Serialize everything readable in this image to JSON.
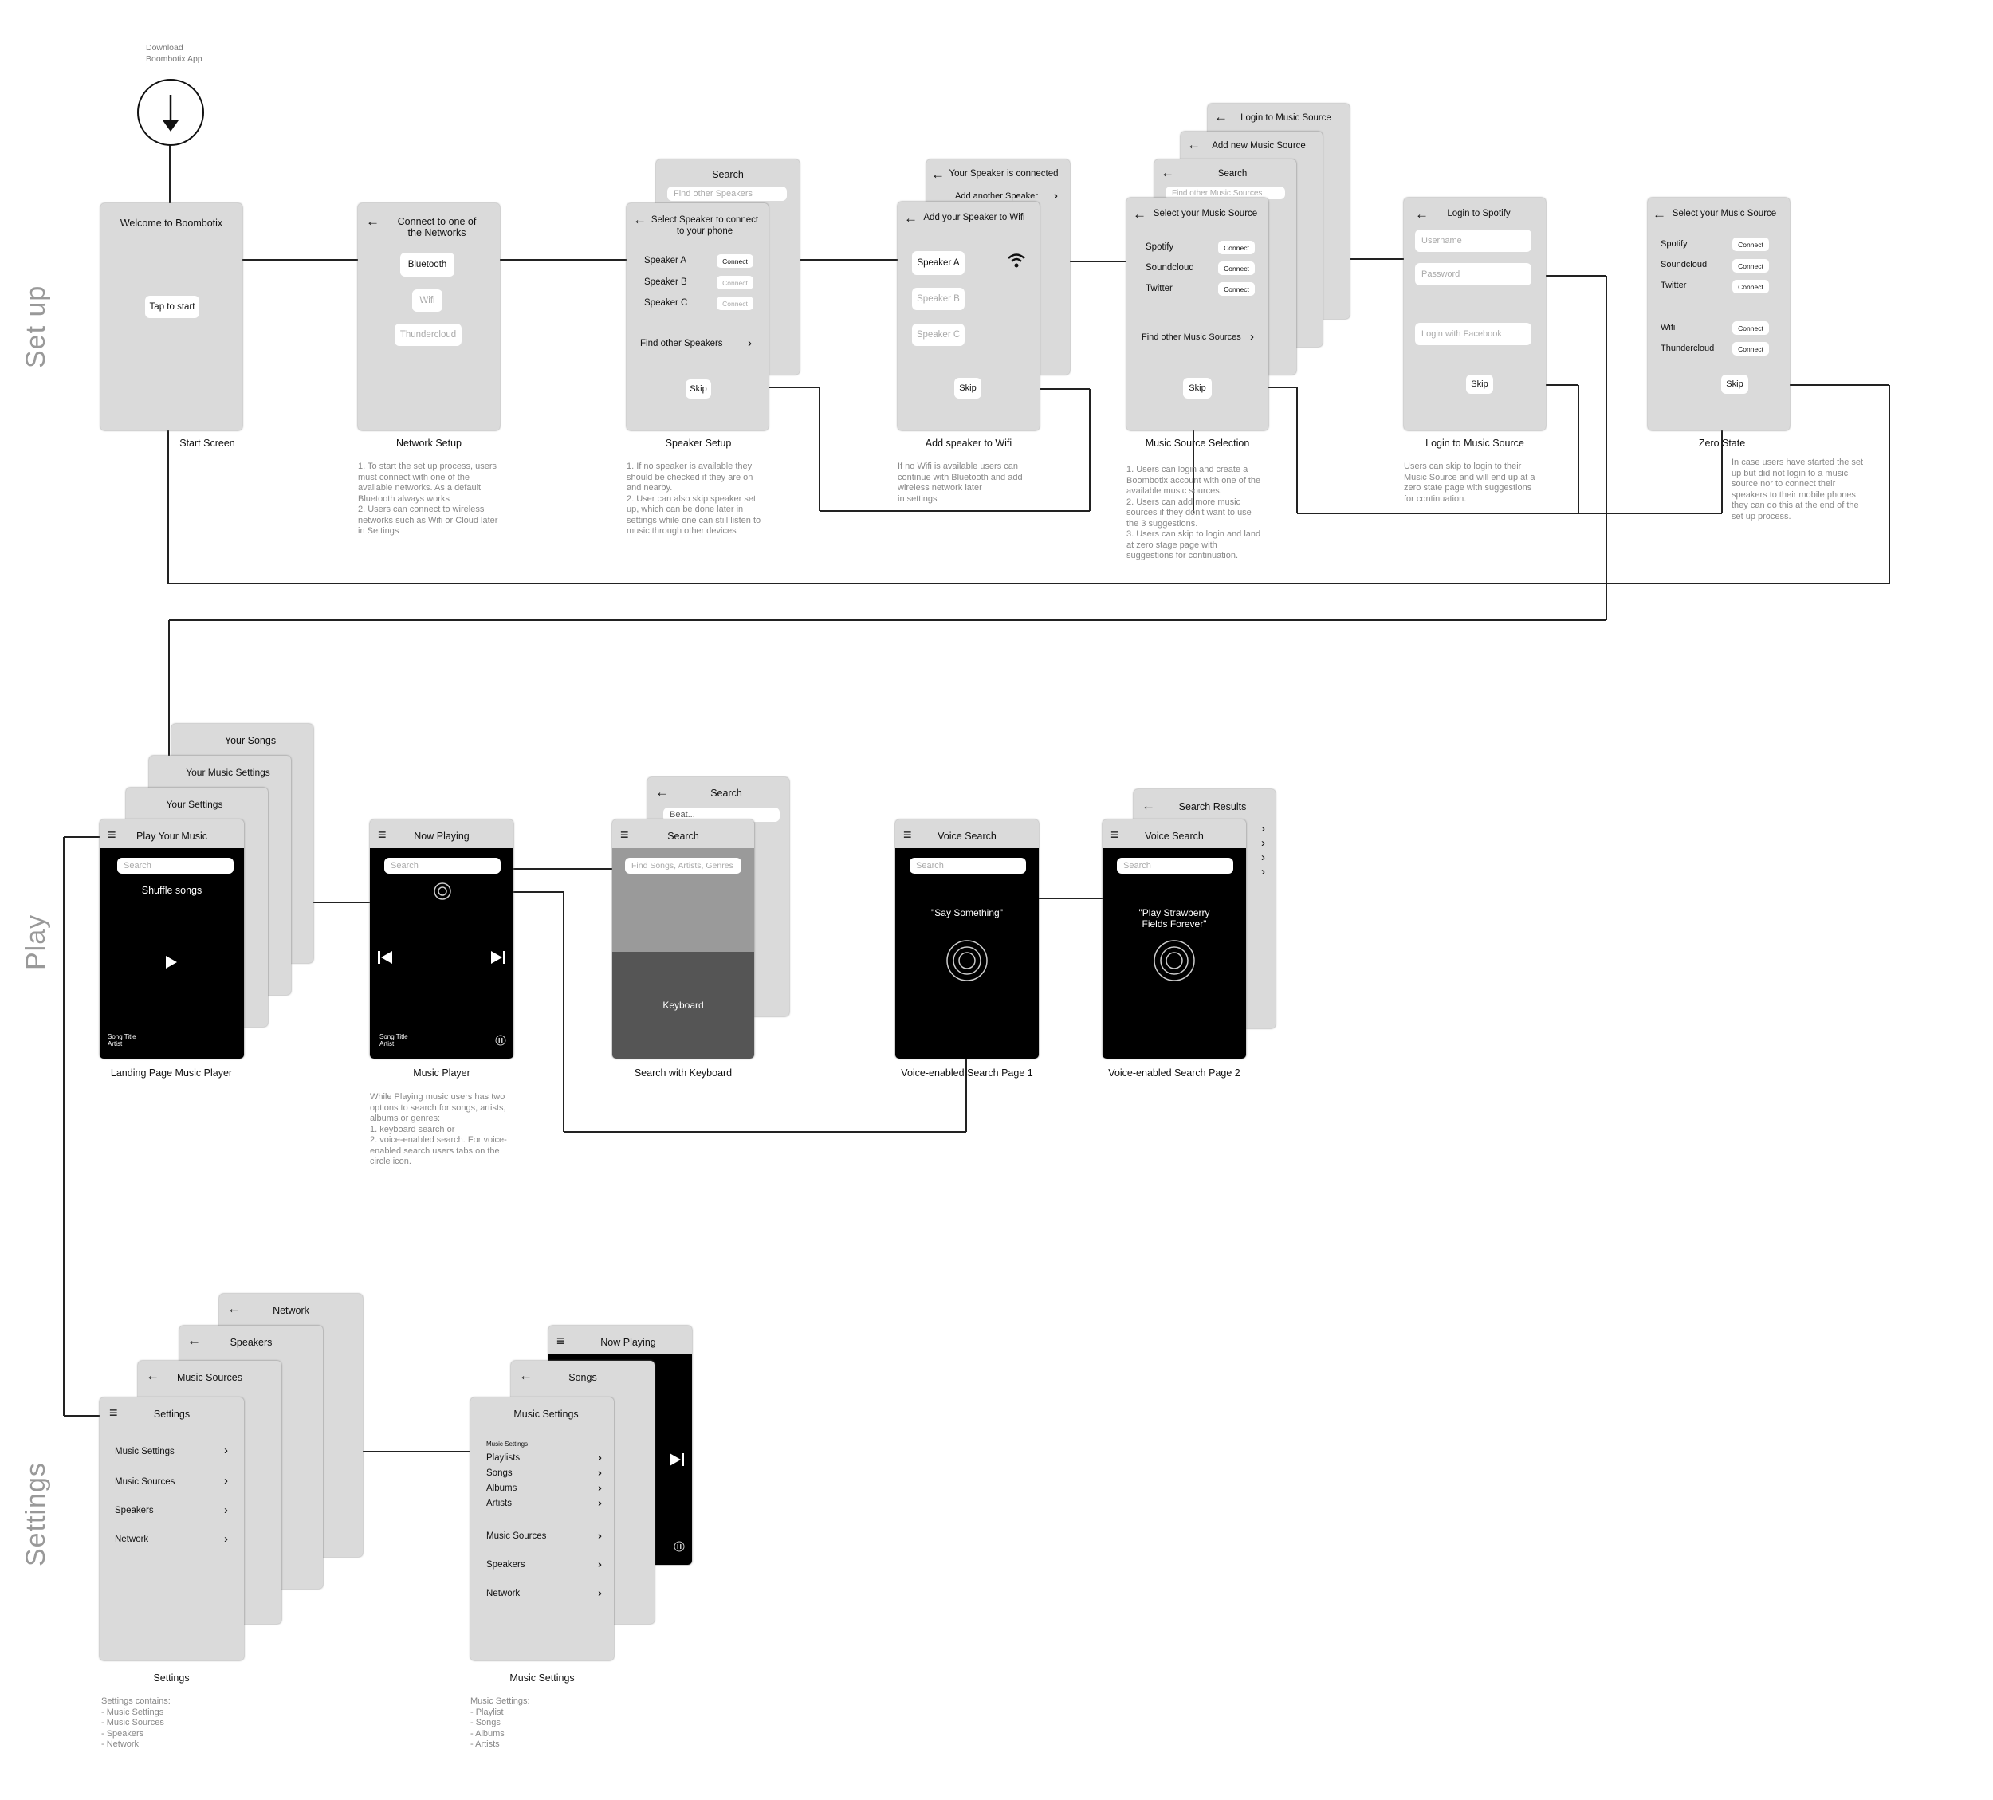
{
  "sections": {
    "setup": "Set up",
    "play": "Play",
    "settings": "Settings"
  },
  "download": {
    "label": "Download\nBoombotix App",
    "icon": "download-arrow-icon"
  },
  "setup": {
    "start": {
      "title": "Welcome to Boombotix",
      "button": "Tap to start",
      "caption": "Start Screen"
    },
    "network": {
      "title": "Connect to one of\nthe Networks",
      "options": [
        "Bluetooth",
        "Wifi",
        "Thundercloud"
      ],
      "caption": "Network Setup",
      "desc": "1. To start the set up process, users\nmust connect with one of the\navailable networks. As a default\nBluetooth always works\n2. Users can connect to wireless\nnetworks such as Wifi or Cloud later\nin Settings"
    },
    "speaker": {
      "title": "Select Speaker to connect\nto your phone",
      "speakers": [
        "Speaker A",
        "Speaker B",
        "Speaker C"
      ],
      "connect": "Connect",
      "find": "Find other Speakers",
      "skip": "Skip",
      "back_title": "Search",
      "back_placeholder": "Find other Speakers",
      "caption": "Speaker Setup",
      "desc": "1. If no speaker is available they\nshould be checked if they are on\nand nearby.\n2. User can also skip speaker set\nup, which can be done later in\nsettings while one can still listen to\nmusic through other devices"
    },
    "wifi": {
      "title": "Add your Speaker to Wifi",
      "speakers": [
        "Speaker A",
        "Speaker B",
        "Speaker C"
      ],
      "skip": "Skip",
      "back_title": "Your Speaker is connected",
      "back_row": "Add another Speaker",
      "caption": "Add speaker to Wifi",
      "desc": "If no Wifi is available users can\ncontinue with Bluetooth and add\nwireless network later\nin settings"
    },
    "source": {
      "title": "Select your Music Source",
      "sources": [
        "Spotify",
        "Soundcloud",
        "Twitter"
      ],
      "connect": "Connect",
      "find": "Find other Music Sources",
      "skip": "Skip",
      "stack": [
        "Login to Music Source",
        "Add new Music Source",
        "Search"
      ],
      "stack_placeholder": "Find other Music Sources",
      "caption": "Music Source Selection",
      "desc": "1. Users can login and create a\nBoombotix account with one of the\navailable music sources.\n2. Users can add more music\nsources if they don't want to use\nthe 3 suggestions.\n3. Users can skip to login and land\nat zero stage page with\nsuggestions for continuation."
    },
    "login": {
      "title": "Login to Spotify",
      "username": "Username",
      "password": "Password",
      "facebook": "Login with Facebook",
      "skip": "Skip",
      "caption": "Login to Music Source",
      "desc": "Users can skip to login to their\nMusic Source and will end up at a\nzero state page with suggestions\nfor continuation."
    },
    "zero": {
      "title": "Select your Music Source",
      "sources": [
        "Spotify",
        "Soundcloud",
        "Twitter"
      ],
      "networks": [
        "Wifi",
        "Thundercloud"
      ],
      "connect": "Connect",
      "skip": "Skip",
      "caption": "Zero State",
      "desc": "In case users have started the set\nup but did not login to a music\nsource nor to connect their\nspeakers to their mobile phones\nthey can do this at the end of the\nset up process."
    }
  },
  "play": {
    "landing": {
      "title": "Play Your Music",
      "search": "Search",
      "shuffle": "Shuffle songs",
      "song": "Song Title\nArtist",
      "stack": [
        "Your Songs",
        "Your Music Settings",
        "Your Settings"
      ],
      "caption": "Landing Page Music Player"
    },
    "player": {
      "title": "Now Playing",
      "search": "Search",
      "song": "Song Title\nArtist",
      "caption": "Music Player",
      "desc": "While Playing music users has two\noptions to search for songs, artists,\nalbums or genres:\n1. keyboard search or\n2. voice-enabled search. For voice-\nenabled search users tabs on the\ncircle icon."
    },
    "keyboard": {
      "title": "Search",
      "placeholder": "Find Songs, Artists, Genres",
      "keyboard": "Keyboard",
      "back_title": "Search",
      "back_value": "Beat...",
      "caption": "Search with Keyboard"
    },
    "voice1": {
      "title": "Voice Search",
      "search": "Search",
      "prompt": "\"Say Something\"",
      "caption": "Voice-enabled Search Page 1"
    },
    "voice2": {
      "title": "Voice Search",
      "search": "Search",
      "prompt": "\"Play Strawberry\nFields Forever\"",
      "back_title": "Search Results",
      "caption": "Voice-enabled Search Page 2"
    }
  },
  "settings": {
    "main": {
      "title": "Settings",
      "items": [
        "Music Settings",
        "Music Sources",
        "Speakers",
        "Network"
      ],
      "stack": [
        "Network",
        "Speakers",
        "Music Sources"
      ],
      "caption": "Settings",
      "desc": "Settings contains:\n- Music Settings\n- Music Sources\n- Speakers\n- Network"
    },
    "music": {
      "title": "Music Settings",
      "subhead": "Music Settings",
      "items": [
        "Playlists",
        "Songs",
        "Albums",
        "Artists"
      ],
      "items2": [
        "Music Sources",
        "Speakers",
        "Network"
      ],
      "stack": [
        "Now Playing",
        "Songs"
      ],
      "caption": "Music Settings",
      "desc": "Music Settings:\n- Playlist\n- Songs\n- Albums\n- Artists"
    }
  }
}
